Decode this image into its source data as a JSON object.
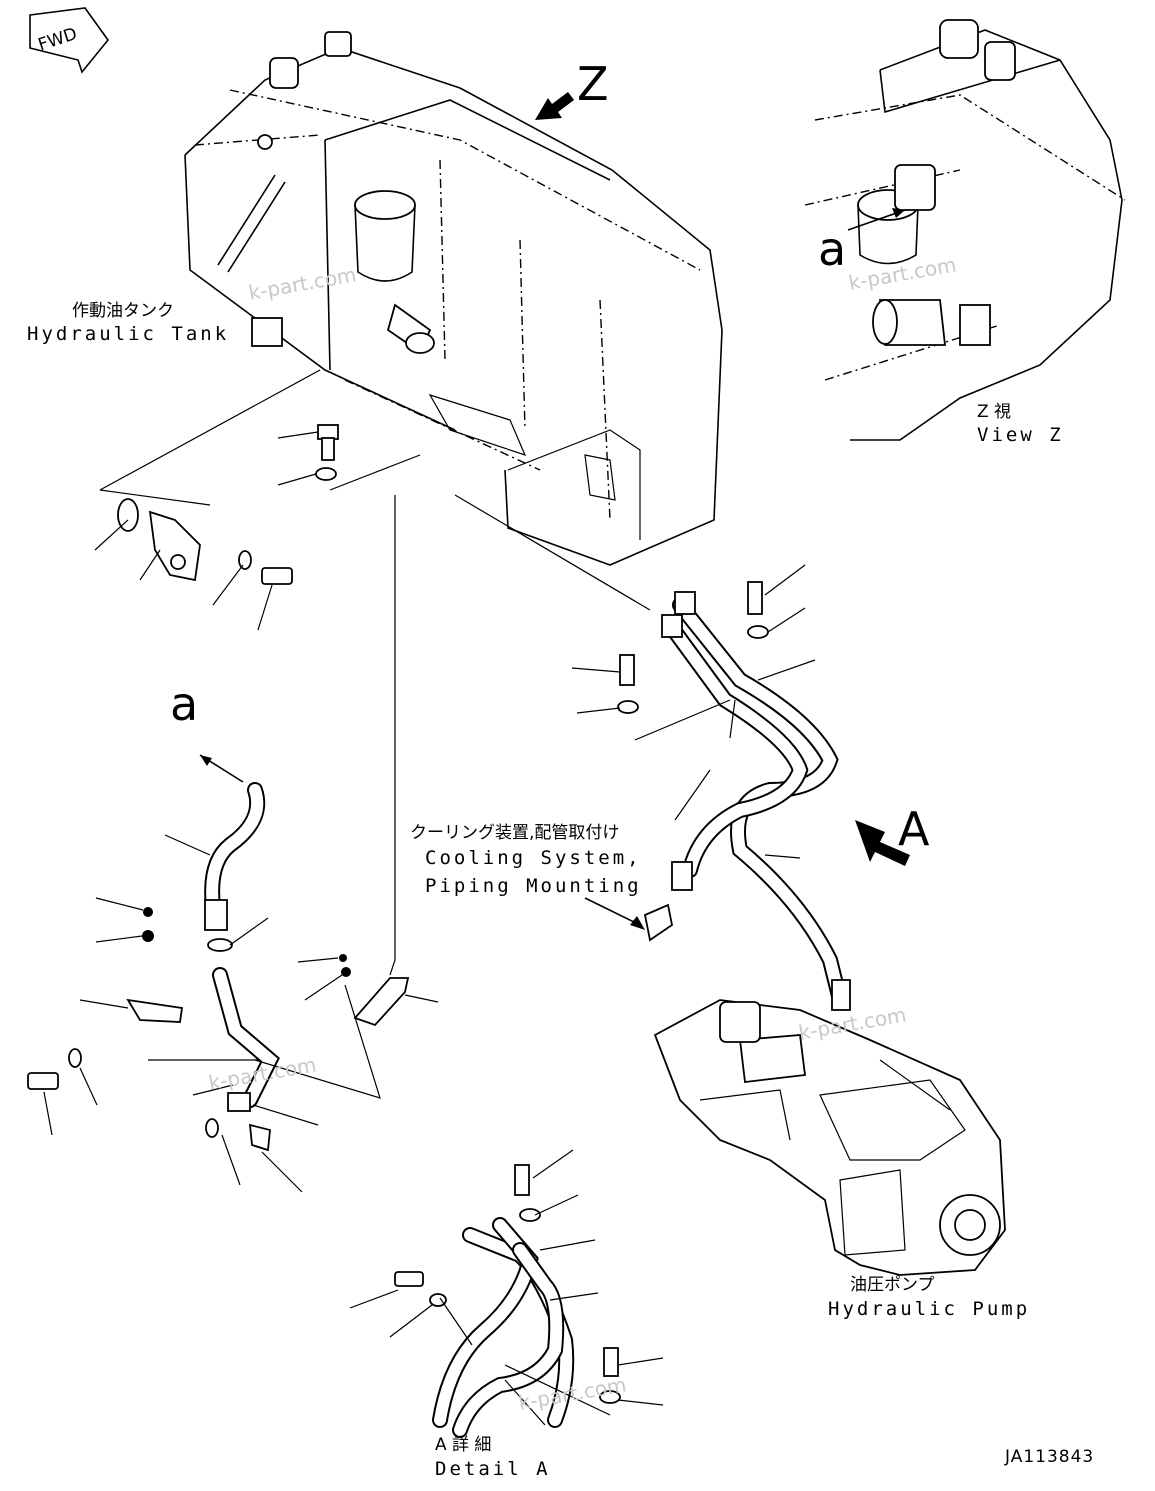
{
  "fwd_badge": "FWD",
  "view_marker": "Z",
  "detail_marker": "A",
  "port_marker": "a",
  "port_marker_view": "a",
  "labels": {
    "hydraulic_tank_jp": "作動油タンク",
    "hydraulic_tank_en": "Hydraulic Tank",
    "view_z_jp": "Z 視",
    "view_z_en": "View Z",
    "cooling_jp": "クーリング装置,配管取付け",
    "cooling_en_1": "Cooling System,",
    "cooling_en_2": "Piping Mounting",
    "pump_jp": "油圧ポンプ",
    "pump_en": "Hydraulic Pump",
    "detail_a_jp": "A 詳 細",
    "detail_a_en": "Detail A"
  },
  "drawing_number": "JA113843",
  "watermark": "k-part.com"
}
